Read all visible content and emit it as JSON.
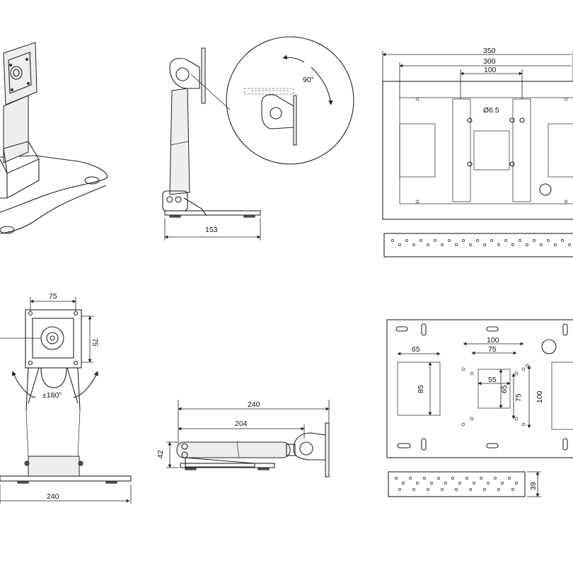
{
  "views": {
    "side_view": {
      "width_label": "153",
      "rotation_label": "90°"
    },
    "top_plate": {
      "dim_350": "350",
      "dim_300": "300",
      "dim_100": "100",
      "hole_label": "Ø6.5"
    },
    "front_view": {
      "vesa_width": "75",
      "vesa_height": "75",
      "swivel_label": "±180°",
      "base_width": "240"
    },
    "arm_view": {
      "total_length": "240",
      "arm_length": "204",
      "height": "42"
    },
    "bottom_plate": {
      "dim_65": "65",
      "dim_85": "85",
      "dim_100_h": "100",
      "dim_75_h": "75",
      "dim_55": "55",
      "dim_65_v": "65",
      "dim_75_v": "75",
      "dim_100_v": "100",
      "depth": "39"
    }
  }
}
